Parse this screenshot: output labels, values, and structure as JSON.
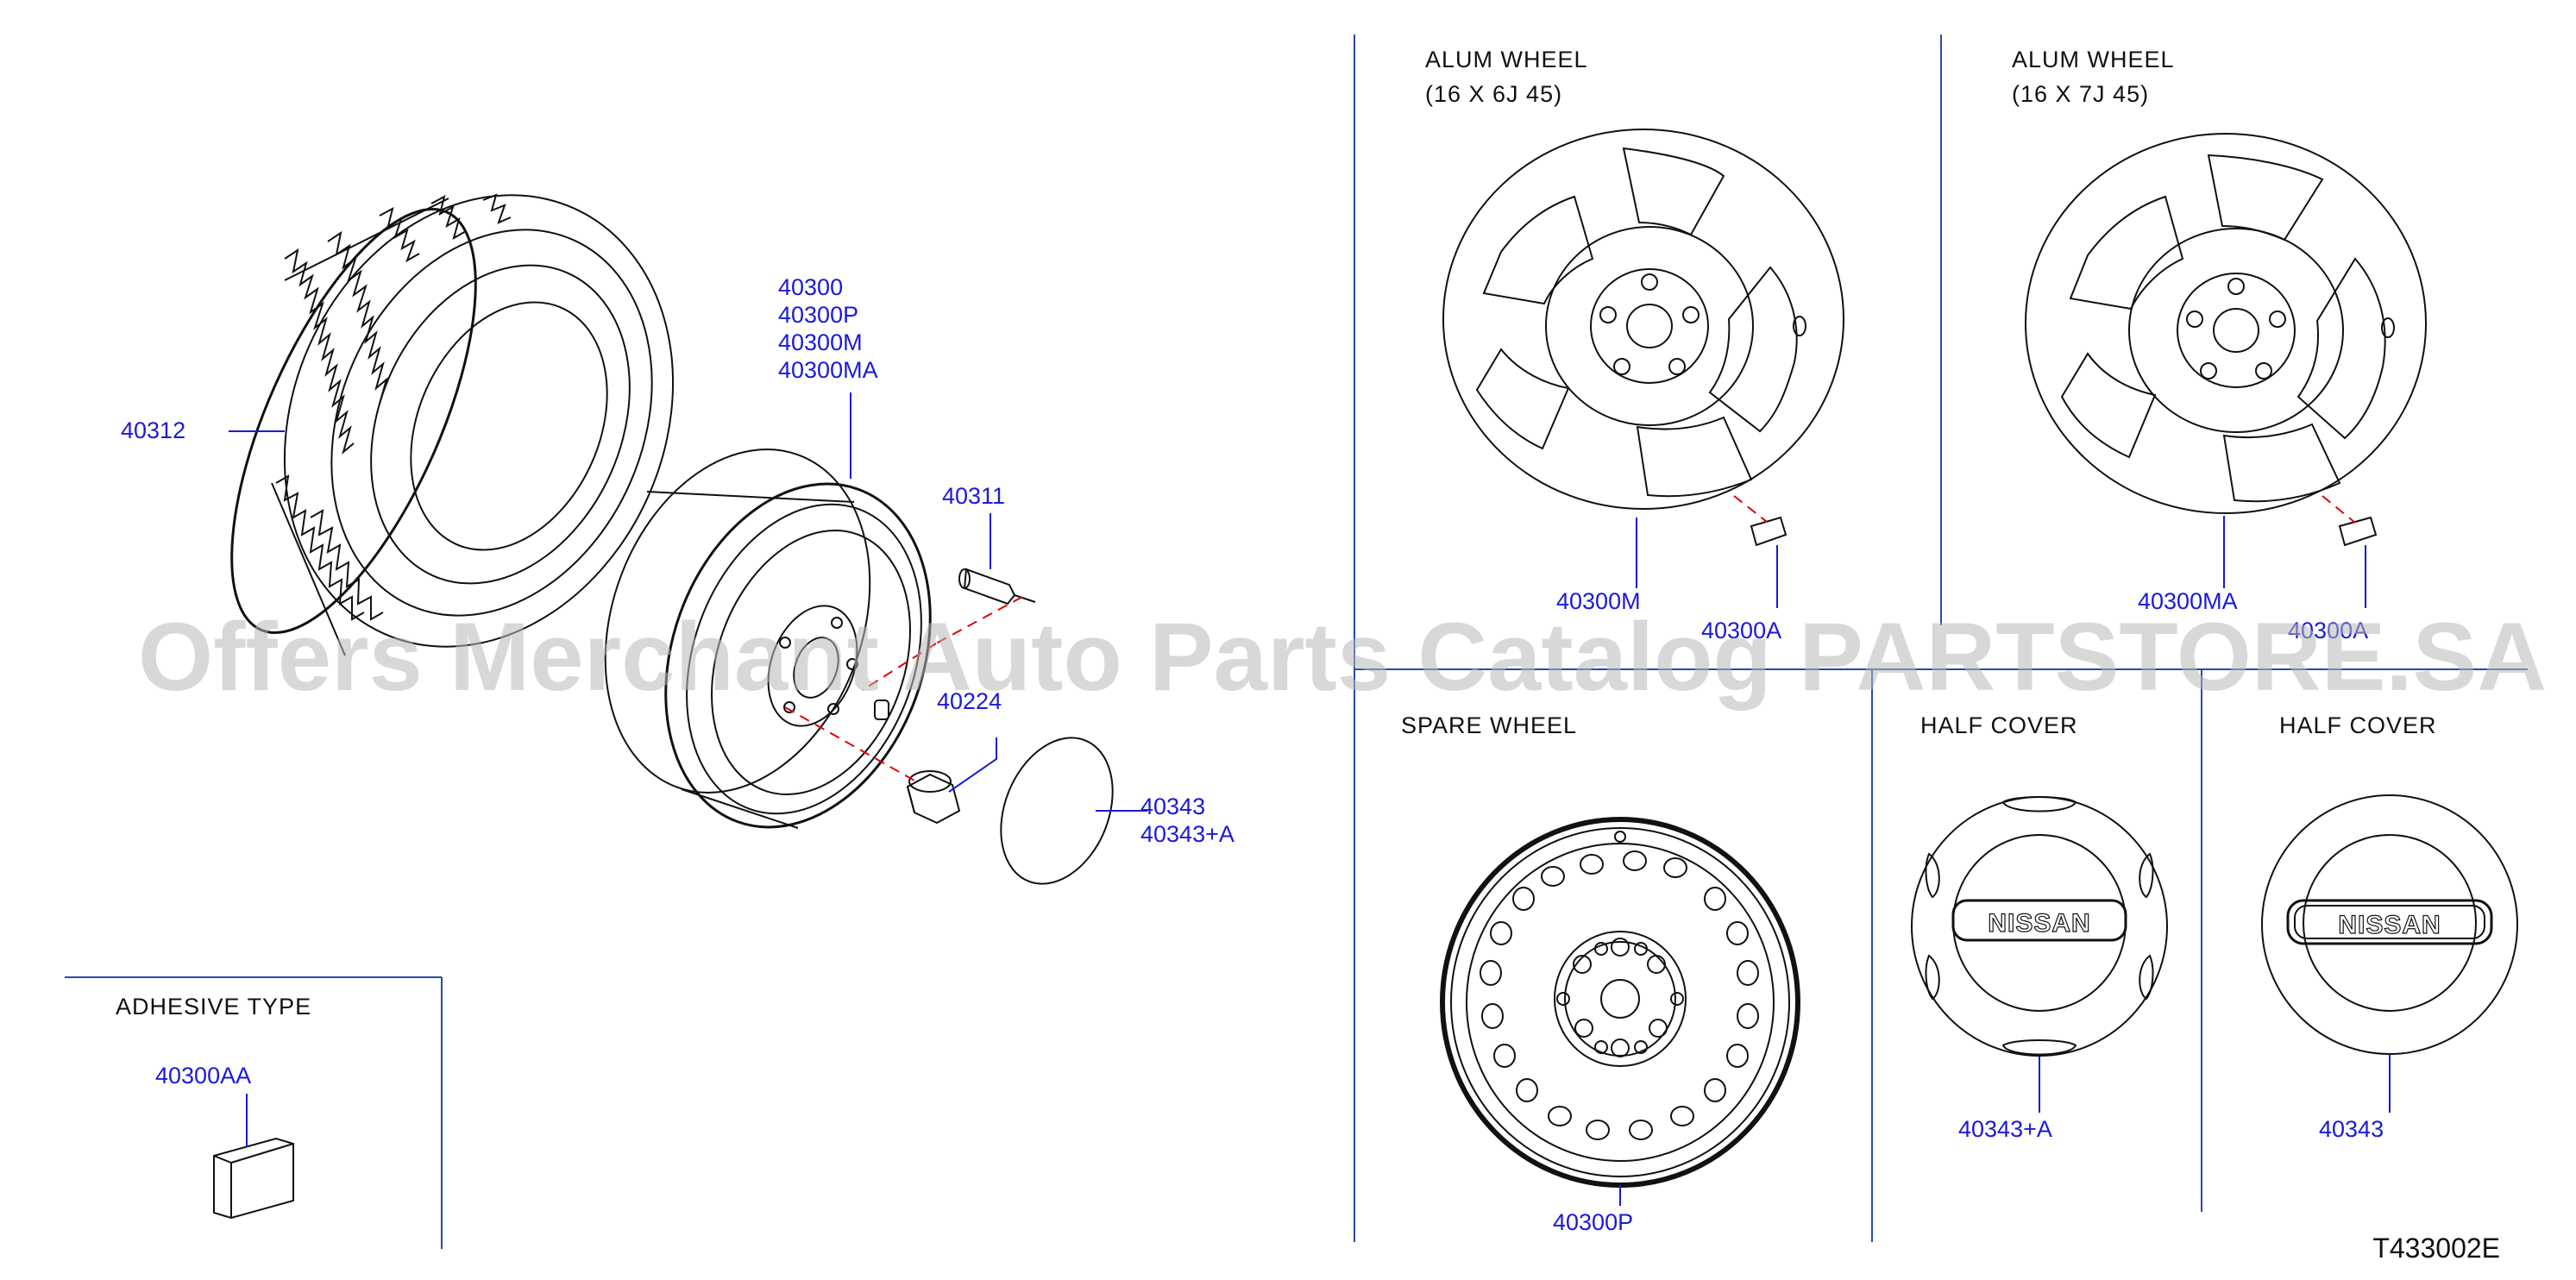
{
  "sections": {
    "alum_wheel_6j": {
      "title": "ALUM WHEEL",
      "subtitle": "(16 X 6J 45)"
    },
    "alum_wheel_7j": {
      "title": "ALUM WHEEL",
      "subtitle": "(16 X 7J 45)"
    },
    "spare_wheel": {
      "title": "SPARE WHEEL"
    },
    "half_cover_a": {
      "title": "HALF COVER"
    },
    "half_cover_b": {
      "title": "HALF COVER"
    },
    "adhesive_type": {
      "title": "ADHESIVE TYPE"
    }
  },
  "part_numbers": {
    "tire": "40312",
    "wheel_main": [
      "40300",
      "40300P",
      "40300M",
      "40300MA"
    ],
    "valve": "40311",
    "nut": "40224",
    "cap": [
      "40343",
      "40343+A"
    ],
    "alum_wheel_6j": "40300M",
    "alum_weight_6j": "40300A",
    "alum_wheel_7j": "40300MA",
    "alum_weight_7j": "40300A",
    "spare_wheel": "40300P",
    "half_cover_a": "40343+A",
    "half_cover_b": "40343",
    "adhesive": "40300AA"
  },
  "logo_text": "NISSAN",
  "diagram_code": "T433002E",
  "watermark": "Offers Merchant Auto Parts Catalog PARTSTORE.SA",
  "colors": {
    "part_number": "#1a1ad8",
    "leader_dashed": "#e00000",
    "linework": "#111111",
    "watermark": "#b8b8b8"
  }
}
